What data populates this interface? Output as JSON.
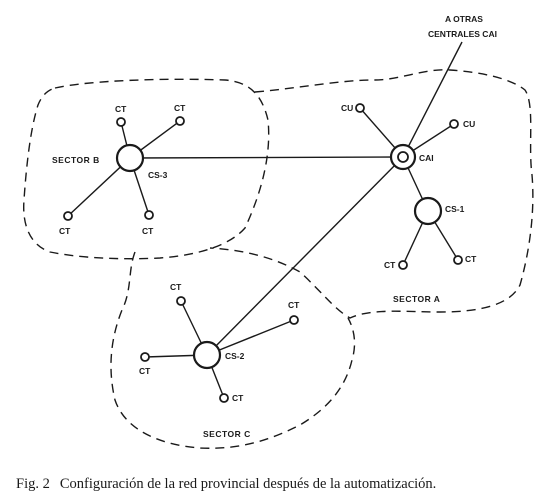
{
  "external_link": {
    "line1": "A OTRAS",
    "line2": "CENTRALES CAI"
  },
  "nodes": {
    "cai": "CAI",
    "cs1": "CS-1",
    "cs2": "CS-2",
    "cs3": "CS-3",
    "cu": "CU",
    "ct": "CT"
  },
  "sectors": {
    "a": "SECTOR A",
    "b": "SECTOR B",
    "c": "SECTOR C"
  },
  "caption": {
    "number": "Fig. 2",
    "text": "Configuración de la red provincial después de la automatización."
  }
}
